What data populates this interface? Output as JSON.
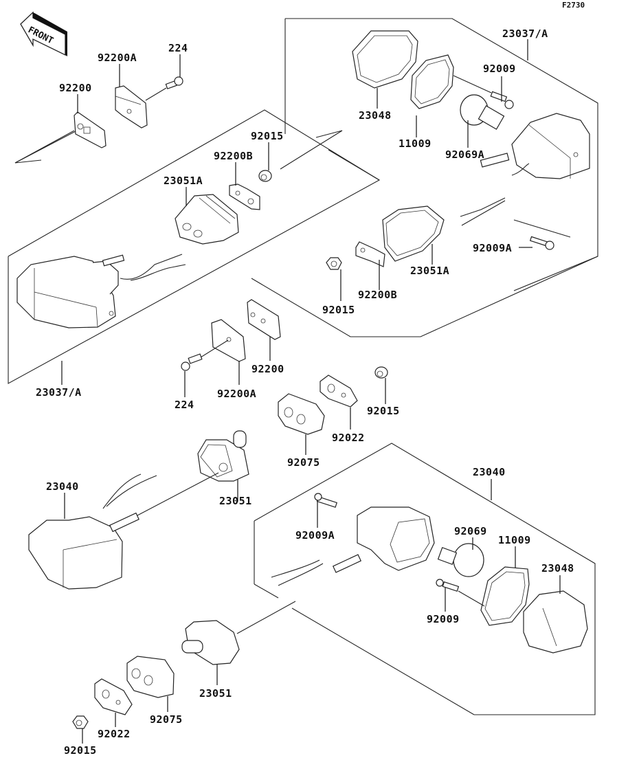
{
  "diagram": {
    "title": "Turn Signals exploded parts diagram",
    "figure_code": "F2730",
    "front_arrow_label": "FRONT",
    "labels": {
      "l_92200_top": "92200",
      "l_92200A_top": "92200A",
      "l_224_top": "224",
      "l_92015_upper": "92015",
      "l_92200B_upper": "92200B",
      "l_23051A_upper": "23051A",
      "l_23037A_left": "23037/A",
      "l_23037A_right": "23037/A",
      "l_23048_top": "23048",
      "l_11009_top": "11009",
      "l_92009_top": "92009",
      "l_92069A": "92069A",
      "l_92009A_top": "92009A",
      "l_23051A_right": "23051A",
      "l_92200B_right": "92200B",
      "l_92015_right": "92015",
      "l_224_mid": "224",
      "l_92200A_mid": "92200A",
      "l_92200_mid": "92200",
      "l_92015_mid": "92015",
      "l_92022_mid": "92022",
      "l_92075_mid": "92075",
      "l_23040_left": "23040",
      "l_23051_mid": "23051",
      "l_23040_right": "23040",
      "l_92009A_bottom": "92009A",
      "l_92069": "92069",
      "l_11009_bottom": "11009",
      "l_23048_bottom": "23048",
      "l_92009_bottom": "92009",
      "l_23051_bottom": "23051",
      "l_92075_bottom": "92075",
      "l_92022_bottom": "92022",
      "l_92015_bottom": "92015"
    }
  }
}
